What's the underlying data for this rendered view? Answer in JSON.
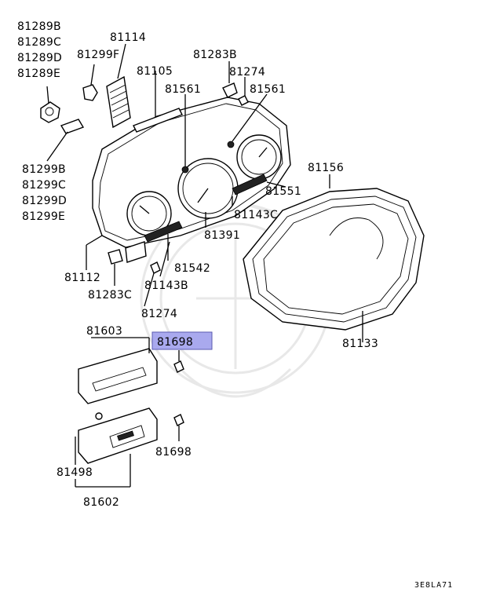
{
  "labels": {
    "p81289b": "81289B",
    "p81289c": "81289C",
    "p81289d": "81289D",
    "p81289e": "81289E",
    "p81299f": "81299F",
    "p81114": "81114",
    "p81105": "81105",
    "p81283b": "81283B",
    "p81274_top": "81274",
    "p81561_a": "81561",
    "p81561_b": "81561",
    "p81299b": "81299B",
    "p81299c": "81299C",
    "p81299d": "81299D",
    "p81299e": "81299E",
    "p81156": "81156",
    "p81551": "81551",
    "p81143c": "81143C",
    "p81391": "81391",
    "p81542": "81542",
    "p81112": "81112",
    "p81143b": "81143B",
    "p81283c": "81283C",
    "p81274_bot": "81274",
    "p81603": "81603",
    "p81698_hl": "81698",
    "p81133": "81133",
    "p81698": "81698",
    "p81498": "81498",
    "p81602": "81602"
  },
  "diagram_code": "3E8LA71",
  "colors": {
    "highlight_fill": "#a9a9ee",
    "highlight_stroke": "#5a5ab0"
  }
}
